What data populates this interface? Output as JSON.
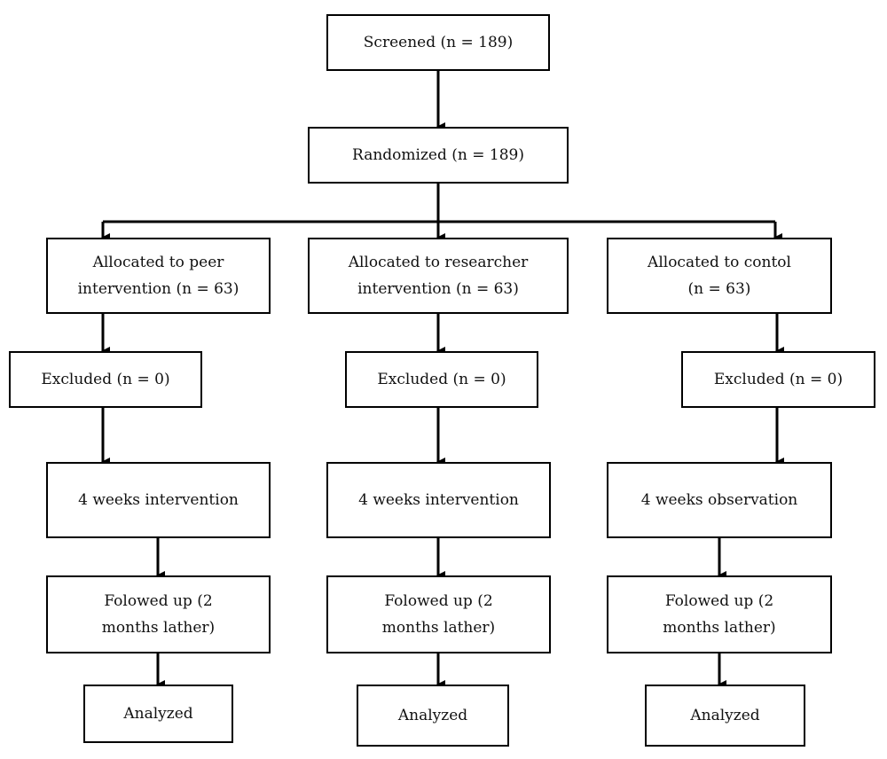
{
  "screened": {
    "line1": "Screened (n = 189)"
  },
  "randomized": {
    "line1": "Randomized (n = 189)"
  },
  "arms": [
    {
      "allocated": {
        "line1": "Allocated to peer",
        "line2": "intervention (n = 63)"
      },
      "excluded": "Excluded (n = 0)",
      "activity": "4 weeks intervention",
      "followup": {
        "line1": "Folowed up (2",
        "line2": "months lather)"
      },
      "analyzed": "Analyzed"
    },
    {
      "allocated": {
        "line1": "Allocated to researcher",
        "line2": "intervention (n = 63)"
      },
      "excluded": "Excluded (n = 0)",
      "activity": "4 weeks intervention",
      "followup": {
        "line1": "Folowed up (2",
        "line2": "months lather)"
      },
      "analyzed": "Analyzed"
    },
    {
      "allocated": {
        "line1": "Allocated to contol",
        "line2": "(n = 63)"
      },
      "excluded": "Excluded (n = 0)",
      "activity": "4 weeks observation",
      "followup": {
        "line1": "Folowed up (2",
        "line2": "months lather)"
      },
      "analyzed": "Analyzed"
    }
  ]
}
